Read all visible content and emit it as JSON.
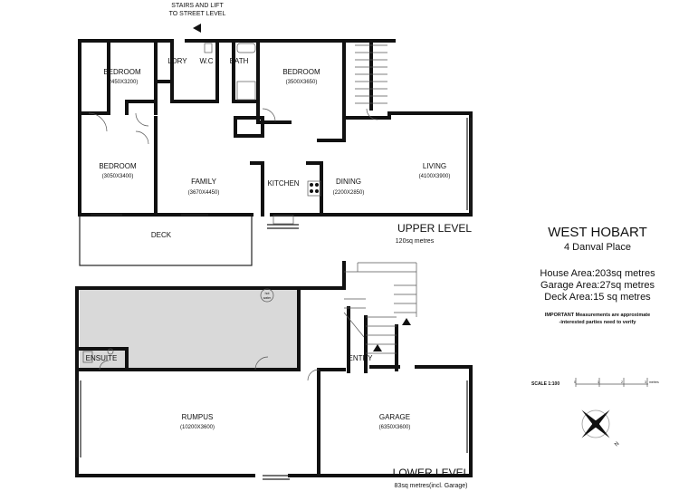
{
  "access_note": [
    "STAIRS AND LIFT",
    "TO STREET LEVEL"
  ],
  "upper_level": {
    "title": "UPPER LEVEL",
    "area": "120sq metres",
    "rooms": [
      {
        "name": "BEDROOM",
        "dims": "(2450X3200)"
      },
      {
        "name": "LDRY",
        "dims": ""
      },
      {
        "name": "W.C",
        "dims": ""
      },
      {
        "name": "BATH",
        "dims": ""
      },
      {
        "name": "BEDROOM",
        "dims": "(3500X3650)"
      },
      {
        "name": "BEDROOM",
        "dims": "(3050X3400)"
      },
      {
        "name": "FAMILY",
        "dims": "(3670X4450)"
      },
      {
        "name": "KITCHEN",
        "dims": ""
      },
      {
        "name": "DINING",
        "dims": "(2200X2850)"
      },
      {
        "name": "LIVING",
        "dims": "(4100X3900)"
      },
      {
        "name": "DECK",
        "dims": ""
      }
    ]
  },
  "lower_level": {
    "title": "LOWER LEVEL",
    "area": "83sq metres(incl. Garage)",
    "hot_water": [
      "hot",
      "water"
    ],
    "rooms": [
      {
        "name": "ENSUITE",
        "dims": ""
      },
      {
        "name": "ENTRY",
        "dims": ""
      },
      {
        "name": "RUMPUS",
        "dims": "(10200X3600)"
      },
      {
        "name": "GARAGE",
        "dims": "(6350X3600)"
      }
    ]
  },
  "info": {
    "suburb": "WEST HOBART",
    "address": "4 Danval Place",
    "house_area": "House Area:203sq metres",
    "garage_area": "Garage Area:27sq metres",
    "deck_area": "Deck Area:15 sq metres",
    "disclaimer": [
      "IMPORTANT Measurements are approximate",
      "-interested parties need to verify"
    ]
  },
  "scale": {
    "label": "SCALE 1:100",
    "ticks": [
      "0",
      "1",
      "2",
      "3"
    ],
    "unit": "metres"
  },
  "compass": {
    "north_label": "N"
  },
  "colors": {
    "wall": "#111111",
    "unexcavated": "#d9d9d9"
  }
}
